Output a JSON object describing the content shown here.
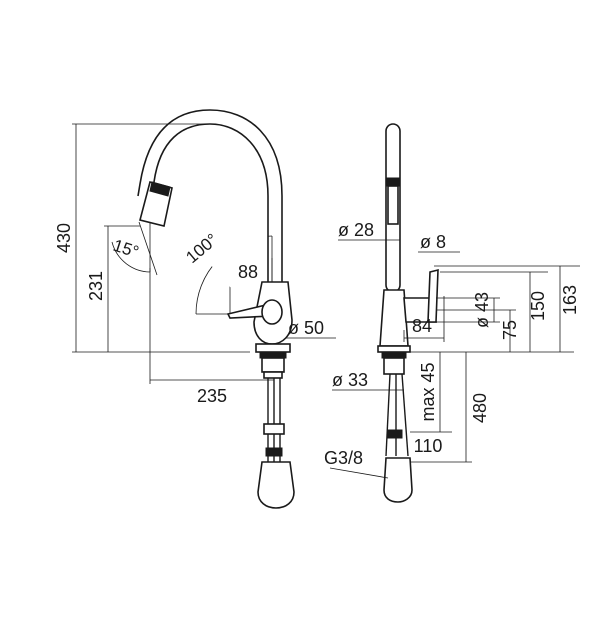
{
  "dimensions": {
    "height_430": "430",
    "height_231": "231",
    "reach_235": "235",
    "angle_15": "15°",
    "angle_100": "100°",
    "width_88": "88",
    "diameter_50": "ø 50",
    "diameter_28": "ø 28",
    "diameter_8": "ø 8",
    "diameter_43": "ø 43",
    "width_84": "84",
    "height_75": "75",
    "height_150": "150",
    "height_163": "163",
    "diameter_33": "ø 33",
    "max_45": "max 45",
    "length_480": "480",
    "length_110": "110",
    "thread_g38": "G3/8"
  }
}
